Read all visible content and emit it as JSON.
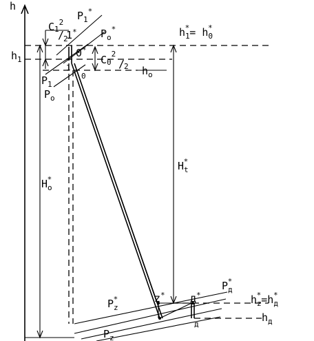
{
  "labels": {
    "h_axis": "h",
    "c1_sq": "C",
    "c1_sub": "1",
    "c1_sup": "2",
    "c1_den": "2",
    "p1_star": "P",
    "p1_star_sub": "1",
    "p1_star_sup": "*",
    "one_star": "1",
    "one_star_sup": "*",
    "p0_star": "P",
    "p0_star_sub": "o",
    "p0_star_sup": "*",
    "h_eq": "h",
    "h_eq_sub1": "1",
    "h_eq_sup1": "*",
    "h_eq_eq": "= h",
    "h_eq_sub0": "0",
    "h_eq_sup0": "*",
    "h1": "h",
    "h1_sub": "1",
    "zero_star": "0",
    "zero_star_sup": "*",
    "c0_sq": "C",
    "c0_sub": "0",
    "c0_sup": "2",
    "c0_den": "2",
    "h0": "h",
    "h0_sub": "o",
    "one": "1",
    "zero": "0",
    "p1": "P",
    "p1_sub": "1",
    "p0": "P",
    "p0_sub": "o",
    "H0_star": "H",
    "H0_star_sub": "o",
    "H0_star_sup": "*",
    "Ht_star": "H",
    "Ht_star_sub": "t",
    "Ht_star_sup": "*",
    "pz_star": "P",
    "pz_star_sub": "z",
    "pz_star_sup": "*",
    "z_star": "z",
    "z_star_sup": "*",
    "d_star": "д",
    "d_star_sup": "*",
    "pd_star": "P",
    "pd_star_sub": "д",
    "pd_star_sup": "*",
    "hz_eq": "h",
    "hz_eq_sub1": "z",
    "hz_eq_sup1": "*",
    "hz_eq_eq": "=h",
    "hz_eq_sub2": "д",
    "hz_eq_sup2": "*",
    "d": "д",
    "hd": "h",
    "hd_sub": "д",
    "pz": "P",
    "pz_sub": "z"
  }
}
